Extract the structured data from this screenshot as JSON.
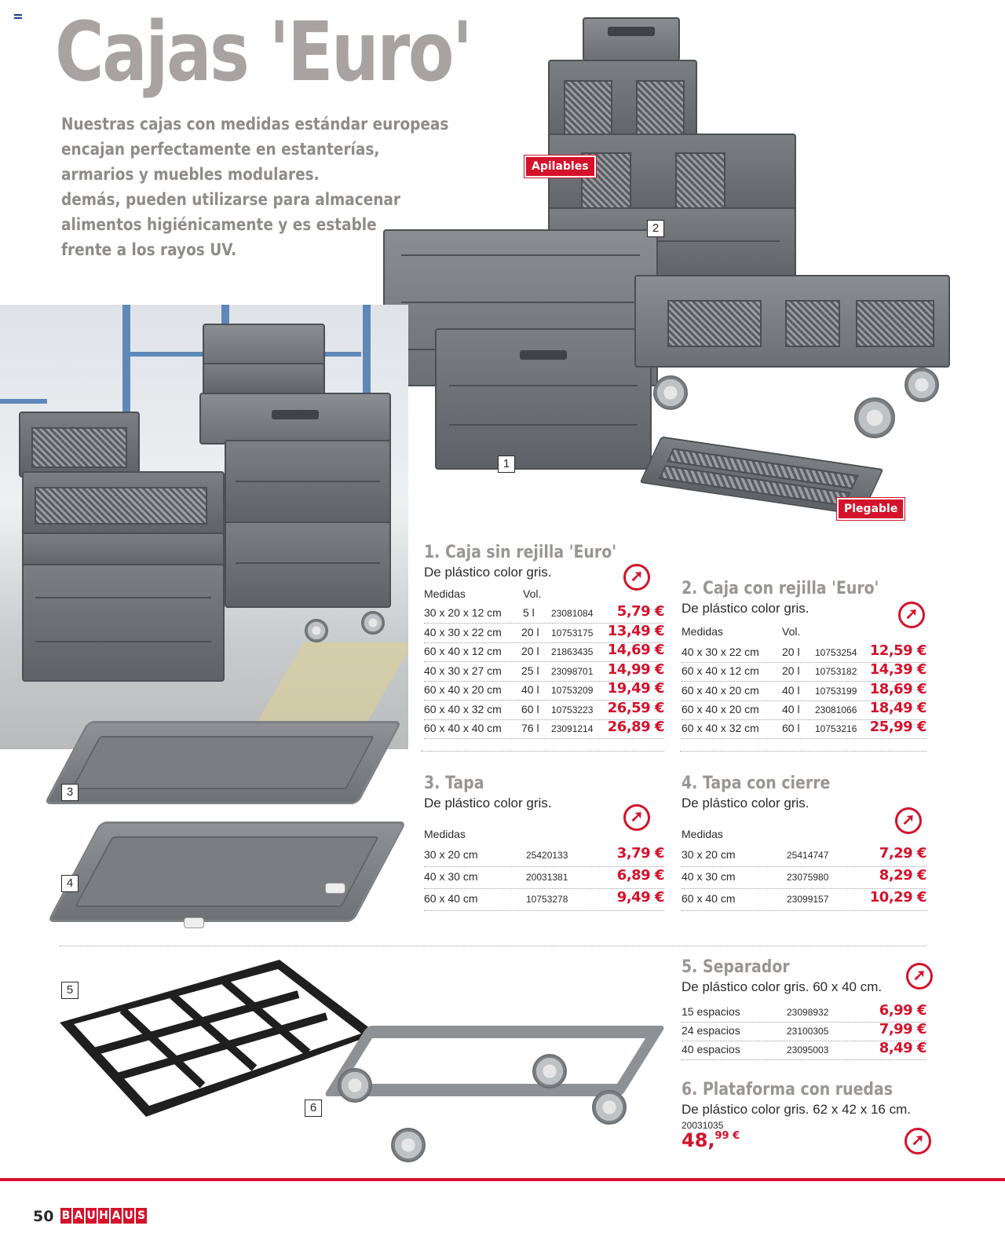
{
  "header": {
    "title": "Cajas 'Euro'",
    "intro_lines": [
      "Nuestras cajas con medidas estándar europeas",
      "encajan perfectamente en estanterías,",
      "armarios y muebles modulares.",
      "demás, pueden utilizarse para almacenar",
      "alimentos higiénicamente y es estable",
      "frente a los rayos UV."
    ]
  },
  "badges": {
    "stackable": "Apilables",
    "foldable": "Plegable"
  },
  "image_numbers": [
    "1",
    "2",
    "3",
    "4",
    "5",
    "6"
  ],
  "colors": {
    "accent": "#d4122b",
    "title_gray": "#a8a3a1",
    "text": "#2a2a2a"
  },
  "icons": {
    "details": "arrow-circle-icon"
  },
  "products": {
    "p1": {
      "title": "1. Caja sin rejilla 'Euro'",
      "desc": "De plástico color gris.",
      "col_measures": "Medidas",
      "col_vol": "Vol.",
      "rows": [
        {
          "size": "30 x 20 x 12 cm",
          "vol": "5 l",
          "art": "23081084",
          "price": "5,79 €"
        },
        {
          "size": "40 x 30 x 22 cm",
          "vol": "20 l",
          "art": "10753175",
          "price": "13,49 €"
        },
        {
          "size": "60 x 40 x 12 cm",
          "vol": "20 l",
          "art": "21863435",
          "price": "14,69 €"
        },
        {
          "size": "40 x 30 x 27 cm",
          "vol": "25 l",
          "art": "23098701",
          "price": "14,99 €"
        },
        {
          "size": "60 x 40 x 20 cm",
          "vol": "40 l",
          "art": "10753209",
          "price": "19,49 €"
        },
        {
          "size": "60 x 40 x 32 cm",
          "vol": "60 l",
          "art": "10753223",
          "price": "26,59 €"
        },
        {
          "size": "60 x 40 x 40 cm",
          "vol": "76 l",
          "art": "23091214",
          "price": "26,89 €"
        }
      ]
    },
    "p2": {
      "title": "2. Caja con rejilla 'Euro'",
      "desc": "De plástico color gris.",
      "col_measures": "Medidas",
      "col_vol": "Vol.",
      "rows": [
        {
          "size": "40 x 30 x 22 cm",
          "vol": "20 l",
          "art": "10753254",
          "price": "12,59 €"
        },
        {
          "size": "60 x 40 x 12 cm",
          "vol": "20 l",
          "art": "10753182",
          "price": "14,39 €"
        },
        {
          "size": "60 x 40 x 20 cm",
          "vol": "40 l",
          "art": "10753199",
          "price": "18,69 €"
        },
        {
          "size": "60 x 40 x 20 cm",
          "vol": "40 l",
          "art": "23081066",
          "price": "18,49 €"
        },
        {
          "size": "60 x 40 x 32 cm",
          "vol": "60 l",
          "art": "10753216",
          "price": "25,99 €"
        }
      ]
    },
    "p3": {
      "title": "3. Tapa",
      "desc": "De plástico color gris.",
      "col_measures": "Medidas",
      "rows": [
        {
          "size": "30 x 20 cm",
          "art": "25420133",
          "price": "3,79 €"
        },
        {
          "size": "40 x 30 cm",
          "art": "20031381",
          "price": "6,89 €"
        },
        {
          "size": "60 x 40 cm",
          "art": "10753278",
          "price": "9,49 €"
        }
      ]
    },
    "p4": {
      "title": "4. Tapa con cierre",
      "desc": "De plástico color gris.",
      "col_measures": "Medidas",
      "rows": [
        {
          "size": "30 x 20 cm",
          "art": "25414747",
          "price": "7,29 €"
        },
        {
          "size": "40 x 30 cm",
          "art": "23075980",
          "price": "8,29 €"
        },
        {
          "size": "60 x 40 cm",
          "art": "23099157",
          "price": "10,29 €"
        }
      ]
    },
    "p5": {
      "title": "5. Separador",
      "desc": "De plástico color gris. 60 x 40 cm.",
      "rows": [
        {
          "size": "15 espacios",
          "art": "23098932",
          "price": "6,99 €"
        },
        {
          "size": "24 espacios",
          "art": "23100305",
          "price": "7,99 €"
        },
        {
          "size": "40 espacios",
          "art": "23095003",
          "price": "8,49 €"
        }
      ]
    },
    "p6": {
      "title": "6. Plataforma con ruedas",
      "desc": "De plástico color gris. 62 x 42 x 16 cm.",
      "art": "20031035",
      "price_main": "48,",
      "price_cents": "99 €"
    }
  },
  "footer": {
    "page_number": "50",
    "brand_letters": [
      "B",
      "A",
      "U",
      "H",
      "A",
      "U",
      "S"
    ]
  }
}
